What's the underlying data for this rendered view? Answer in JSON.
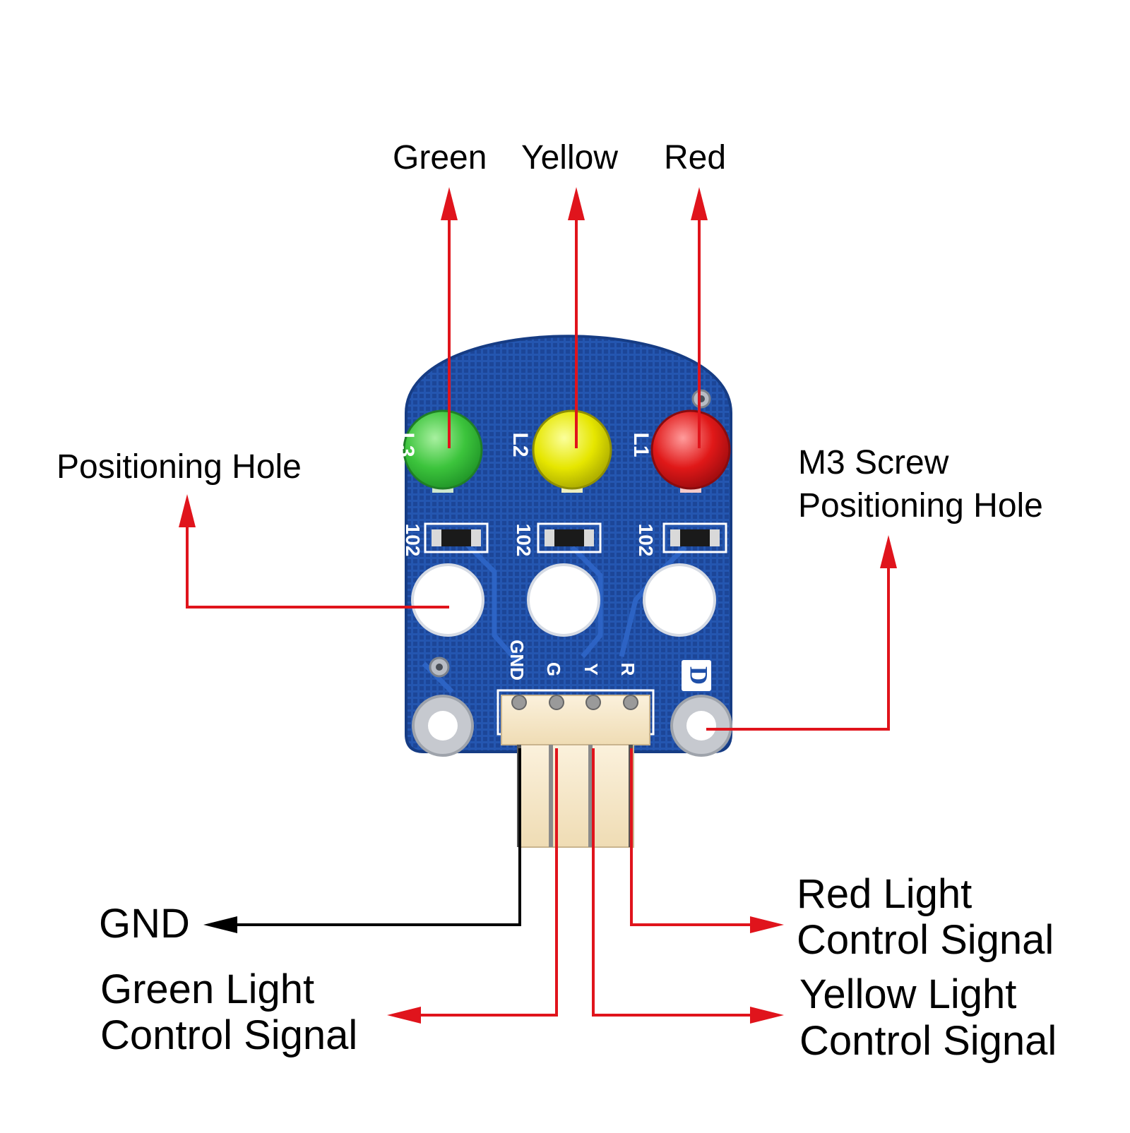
{
  "labels": {
    "green": "Green",
    "yellow": "Yellow",
    "red": "Red",
    "positioning_hole": "Positioning Hole",
    "m3_line1": "M3 Screw",
    "m3_line2": "Positioning Hole",
    "gnd": "GND",
    "green_signal_line1": "Green Light",
    "green_signal_line2": "Control Signal",
    "red_signal_line1": "Red Light",
    "red_signal_line2": "Control Signal",
    "yellow_signal_line1": "Yellow Light",
    "yellow_signal_line2": "Control Signal"
  },
  "silkscreen": {
    "led_green_ref": "L3",
    "led_yellow_ref": "L2",
    "led_red_ref": "L1",
    "resistor_code": "102",
    "pin_gnd": "GND",
    "pin_g": "G",
    "pin_y": "Y",
    "pin_r": "R",
    "logo": "D"
  },
  "colors": {
    "board": "#1f4fa8",
    "arrow_red": "#e0141c",
    "arrow_black": "#000000",
    "led_green": "#3cc43c",
    "led_yellow": "#e6e600",
    "led_red": "#e01818",
    "connector": "#f3e3c2"
  }
}
